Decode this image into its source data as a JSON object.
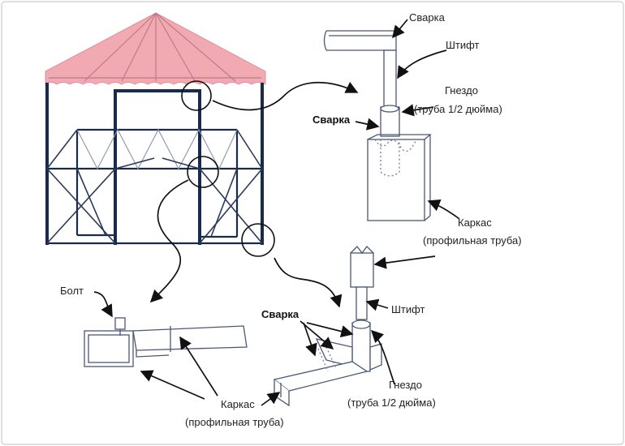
{
  "labels": {
    "weld_top": "Сварка",
    "pin_top": "Штифт",
    "socket_top_1": "Гнездо",
    "socket_top_2": "(труба 1/2 дюйма)",
    "weld_mid": "Сварка",
    "frame_top_1": "Каркас",
    "frame_top_2": "(профильная труба)",
    "bolt": "Болт",
    "pin_bottom": "Штифт",
    "weld_bottom": "Сварка",
    "socket_bottom_1": "Гнездо",
    "socket_bottom_2": "(труба 1/2 дюйма)",
    "frame_bottom_1": "Каркас",
    "frame_bottom_2": "(профильная труба)"
  },
  "colors": {
    "roof": "#f1a9b2",
    "structure": "#1a2a4a",
    "arrow": "#111111",
    "label": "#222222",
    "weld_label": "#111111"
  }
}
